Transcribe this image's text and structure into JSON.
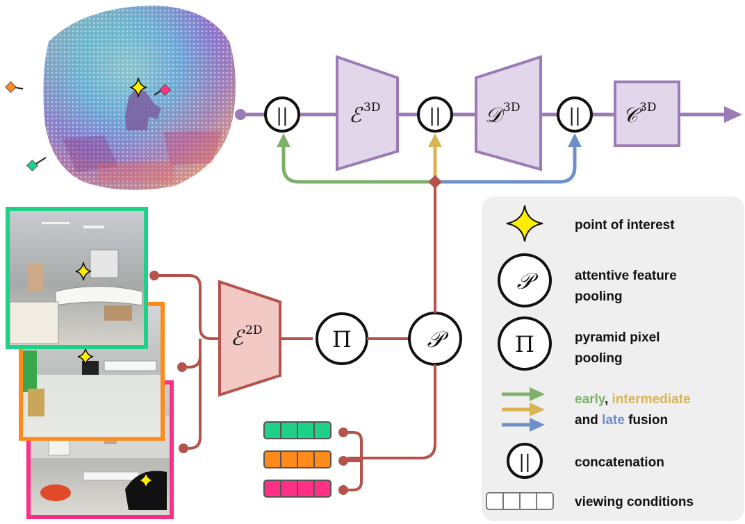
{
  "colors": {
    "purple": "#9b7bb5",
    "purple_fill": "#e2d6ea",
    "red": "#b5524c",
    "red_fill": "#f3c9c6",
    "green": "#7fb069",
    "yellow": "#d8b454",
    "blue": "#6e8fc7",
    "legend_bg": "#efefef",
    "view_green": "#1fd088",
    "view_orange": "#ff8a1c",
    "view_pink": "#ff2f86",
    "star": "#ffee00"
  },
  "pipeline_3d": {
    "encoder": {
      "symbol": "ℰ",
      "superscript": "3D"
    },
    "decoder": {
      "symbol": "𝒟",
      "superscript": "3D"
    },
    "classifier": {
      "symbol": "𝒞",
      "superscript": "3D"
    },
    "concat_symbol": "||"
  },
  "pipeline_2d": {
    "encoder": {
      "symbol": "ℰ",
      "superscript": "2D"
    },
    "pixel_pooling_symbol": "Π",
    "feature_pooling_symbol": "𝒫"
  },
  "legend": {
    "items": [
      {
        "key": "star",
        "label": [
          "point of interest"
        ]
      },
      {
        "key": "feature_pooling",
        "symbol": "𝒫",
        "label": [
          "attentive feature",
          "pooling"
        ]
      },
      {
        "key": "pixel_pooling",
        "symbol": "Π",
        "label": [
          "pyramid pixel",
          "pooling"
        ]
      },
      {
        "key": "fusion",
        "words": {
          "early": "early",
          "comma": ", ",
          "intermediate": "intermediate",
          "and": "and ",
          "late": "late",
          "fusion": " fusion"
        }
      },
      {
        "key": "concat",
        "symbol": "||",
        "label": [
          "concatenation"
        ]
      },
      {
        "key": "viewing",
        "label": [
          "viewing conditions"
        ]
      }
    ]
  }
}
